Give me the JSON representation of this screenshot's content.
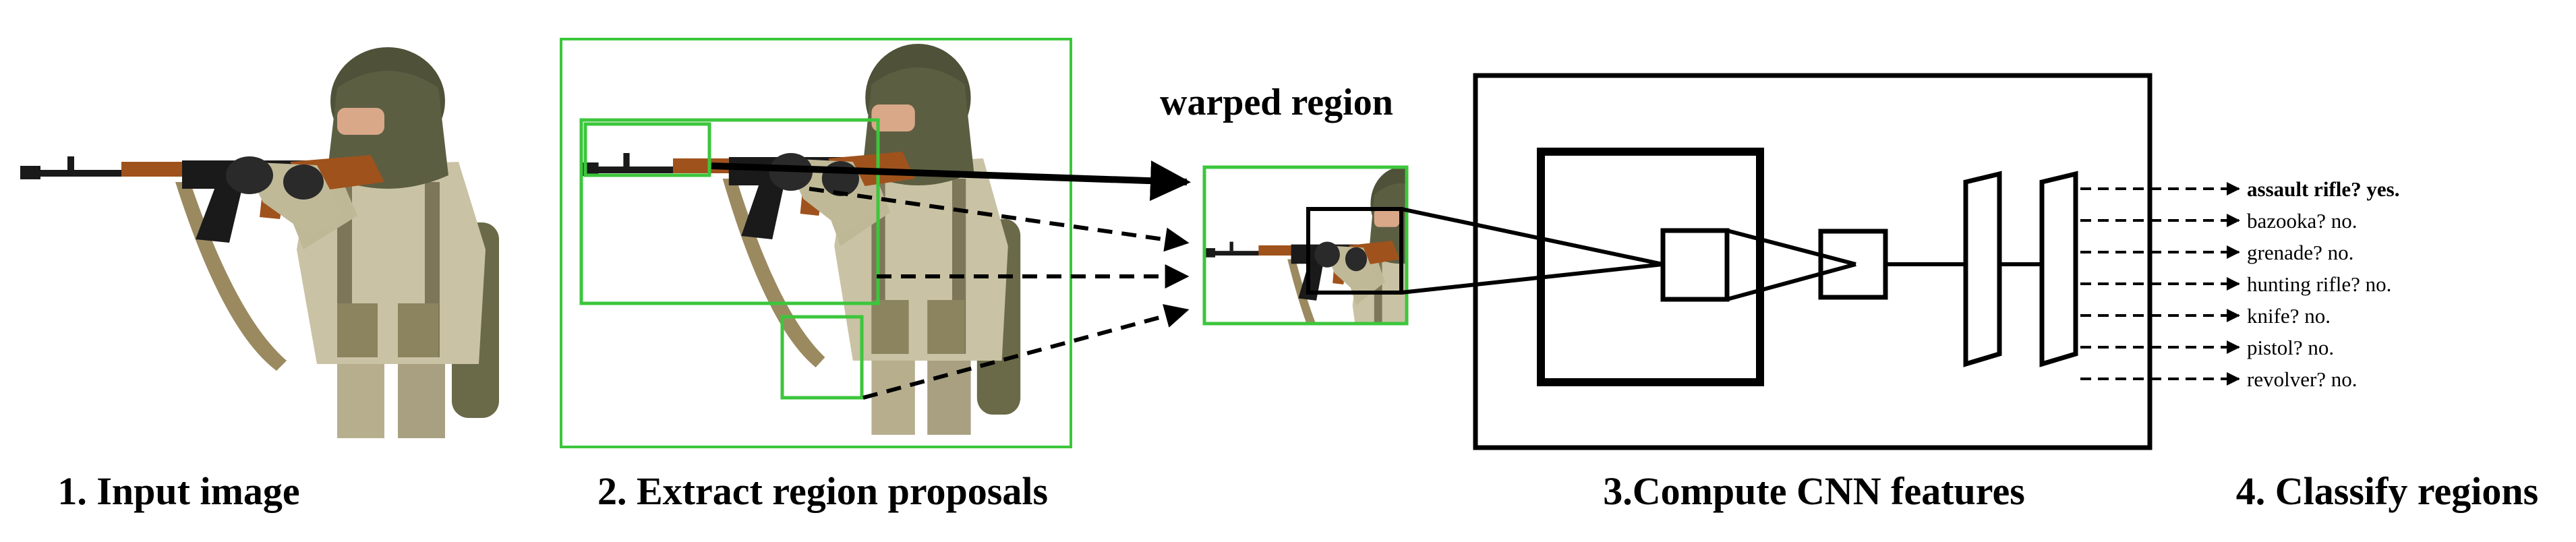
{
  "warped_label": "warped region",
  "steps": [
    {
      "label": "1. Input image"
    },
    {
      "label": "2. Extract region proposals"
    },
    {
      "label": "3.Compute CNN features"
    },
    {
      "label": "4. Classify regions"
    }
  ],
  "classes": [
    {
      "text": "assault rifle? yes.",
      "bold": true
    },
    {
      "text": "bazooka? no.",
      "bold": false
    },
    {
      "text": "grenade? no.",
      "bold": false
    },
    {
      "text": "hunting rifle? no.",
      "bold": false
    },
    {
      "text": "knife? no.",
      "bold": false
    },
    {
      "text": "pistol? no.",
      "bold": false
    },
    {
      "text": "revolver? no.",
      "bold": false
    }
  ],
  "colors": {
    "proposal_box": "#3cc63c",
    "line": "#000000",
    "khaki": "#c9c2a4",
    "shemagh": "#4f5138",
    "rifle_metal": "#1a1a1a",
    "rifle_wood": "#a0521c",
    "skin": "#d9a888"
  }
}
